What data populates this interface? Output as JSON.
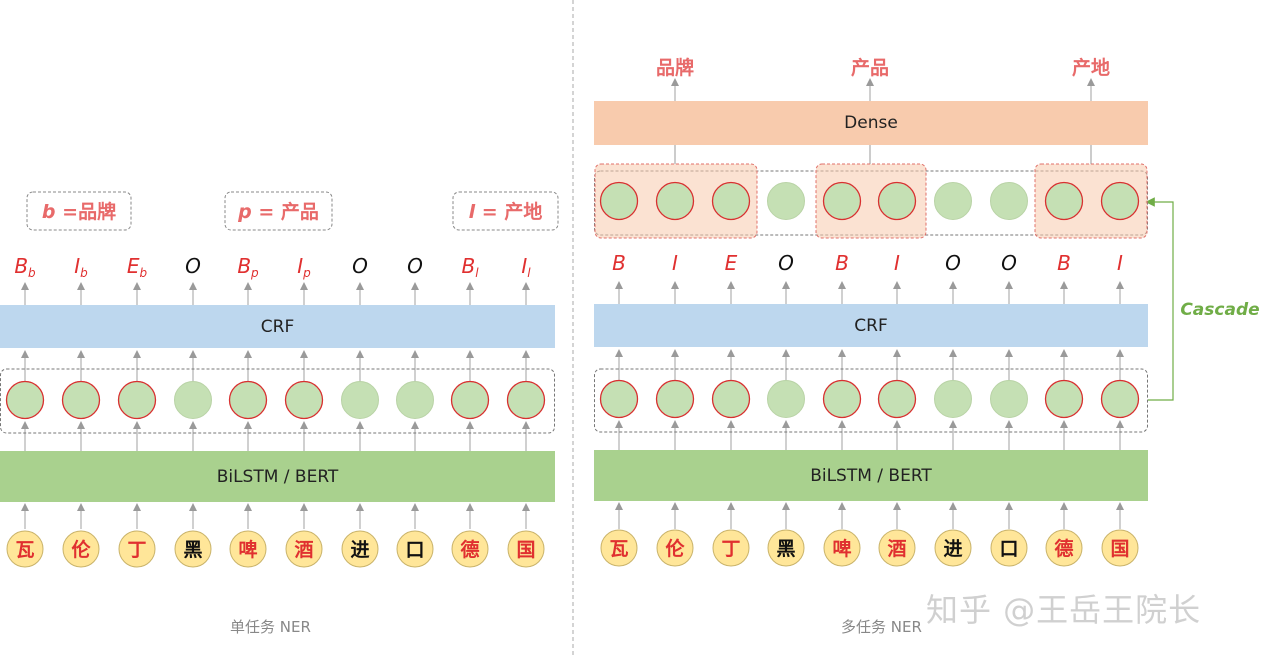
{
  "left_panel": {
    "caption": "单任务 NER",
    "crf_label": "CRF",
    "encoder_label": "BiLSTM / BERT",
    "definitions": [
      {
        "sym": "b",
        "eq": " =",
        "text": "品牌"
      },
      {
        "sym": "p",
        "eq": " = ",
        "text": "产品"
      },
      {
        "sym": "l",
        "eq": " = ",
        "text": "产地"
      }
    ],
    "tags": [
      {
        "main": "B",
        "sub": "b"
      },
      {
        "main": "I",
        "sub": "b"
      },
      {
        "main": "E",
        "sub": "b"
      },
      {
        "main": "O",
        "sub": ""
      },
      {
        "main": "B",
        "sub": "p"
      },
      {
        "main": "I",
        "sub": "p"
      },
      {
        "main": "O",
        "sub": ""
      },
      {
        "main": "O",
        "sub": ""
      },
      {
        "main": "B",
        "sub": "l"
      },
      {
        "main": "I",
        "sub": "l"
      }
    ]
  },
  "right_panel": {
    "caption": "多任务 NER",
    "crf_label": "CRF",
    "encoder_label": "BiLSTM / BERT",
    "dense_label": "Dense",
    "cascade_label": "Cascade",
    "outputs": [
      "品牌",
      "产品",
      "产地"
    ],
    "tags": [
      "B",
      "I",
      "E",
      "O",
      "B",
      "I",
      "O",
      "O",
      "B",
      "I"
    ]
  },
  "tokens": [
    "瓦",
    "伦",
    "丁",
    "黑",
    "啤",
    "酒",
    "进",
    "口",
    "德",
    "国"
  ],
  "entity_flags": [
    true,
    true,
    true,
    false,
    true,
    true,
    false,
    false,
    true,
    true
  ],
  "watermark": "知乎 @王岳王院长",
  "colors": {
    "entity_red": "#e03030",
    "label_salmon": "#e86a6a",
    "cascade_green": "#70ad47",
    "node_fill": "#c5e0b4",
    "token_fill": "#ffe699",
    "crf": "#bdd7ee",
    "encoder": "#a9d18e",
    "dense": "#f8cbad"
  }
}
